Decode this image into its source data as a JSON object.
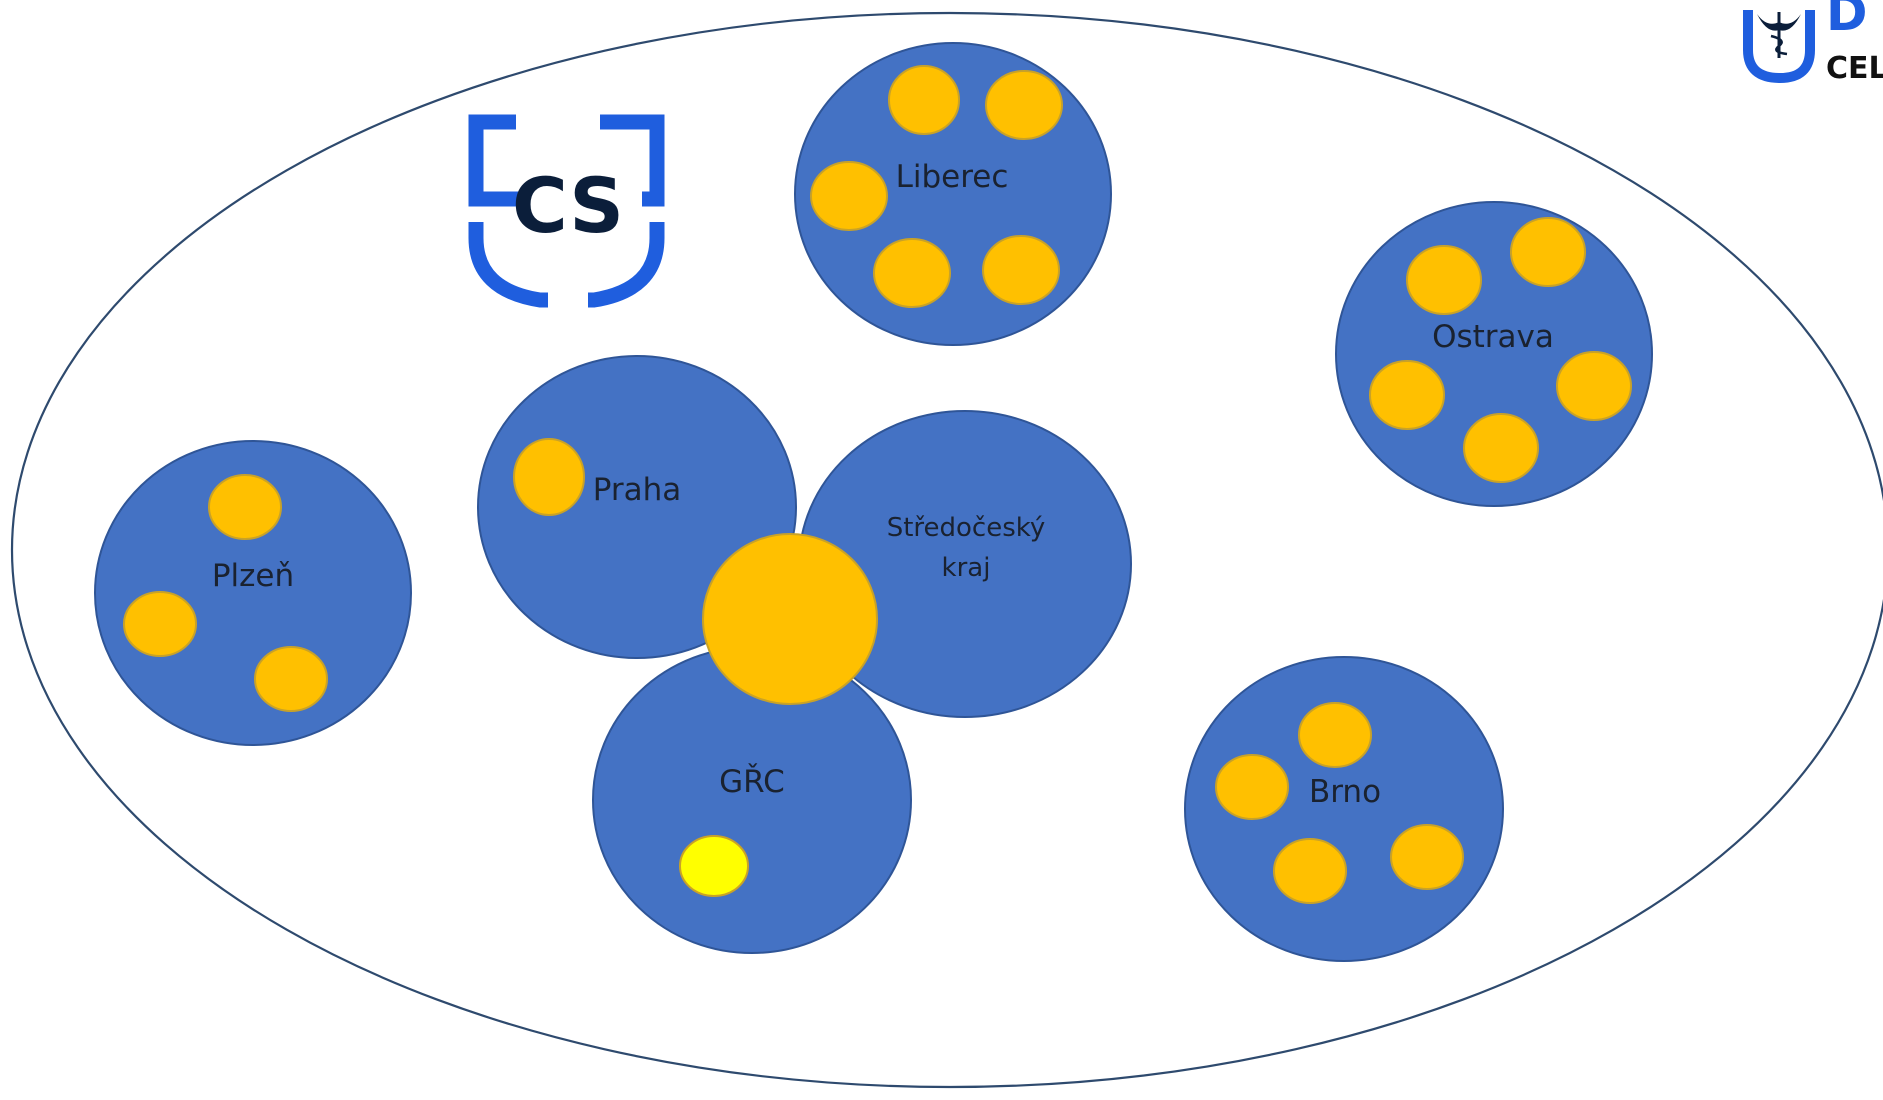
{
  "diagram": {
    "regions": [
      {
        "id": "liberec",
        "label_lines": [
          "Liberec"
        ]
      },
      {
        "id": "ostrava",
        "label_lines": [
          "Ostrava"
        ]
      },
      {
        "id": "plzen",
        "label_lines": [
          "Plzeň"
        ]
      },
      {
        "id": "praha",
        "label_lines": [
          "Praha"
        ]
      },
      {
        "id": "stredocesky-kraj",
        "label_lines": [
          "Středočeský",
          "kraj"
        ]
      },
      {
        "id": "grc",
        "label_lines": [
          "GŘC"
        ]
      },
      {
        "id": "brno",
        "label_lines": [
          "Brno"
        ]
      }
    ]
  },
  "logos": {
    "cs": {
      "text": "CS"
    },
    "corner": {
      "text_top": "D",
      "text_bottom": "CEL"
    }
  },
  "colors": {
    "region_fill": "#4472c4",
    "region_stroke": "#2f5597",
    "node_fill": "#ffc000",
    "node_stroke": "#c9a227",
    "highlight_node_fill": "#ffff00",
    "outline": "#2e4a6e",
    "logo_blue": "#1f5ede",
    "logo_dark": "#0b1e3a",
    "label_text": "#1a2230"
  }
}
